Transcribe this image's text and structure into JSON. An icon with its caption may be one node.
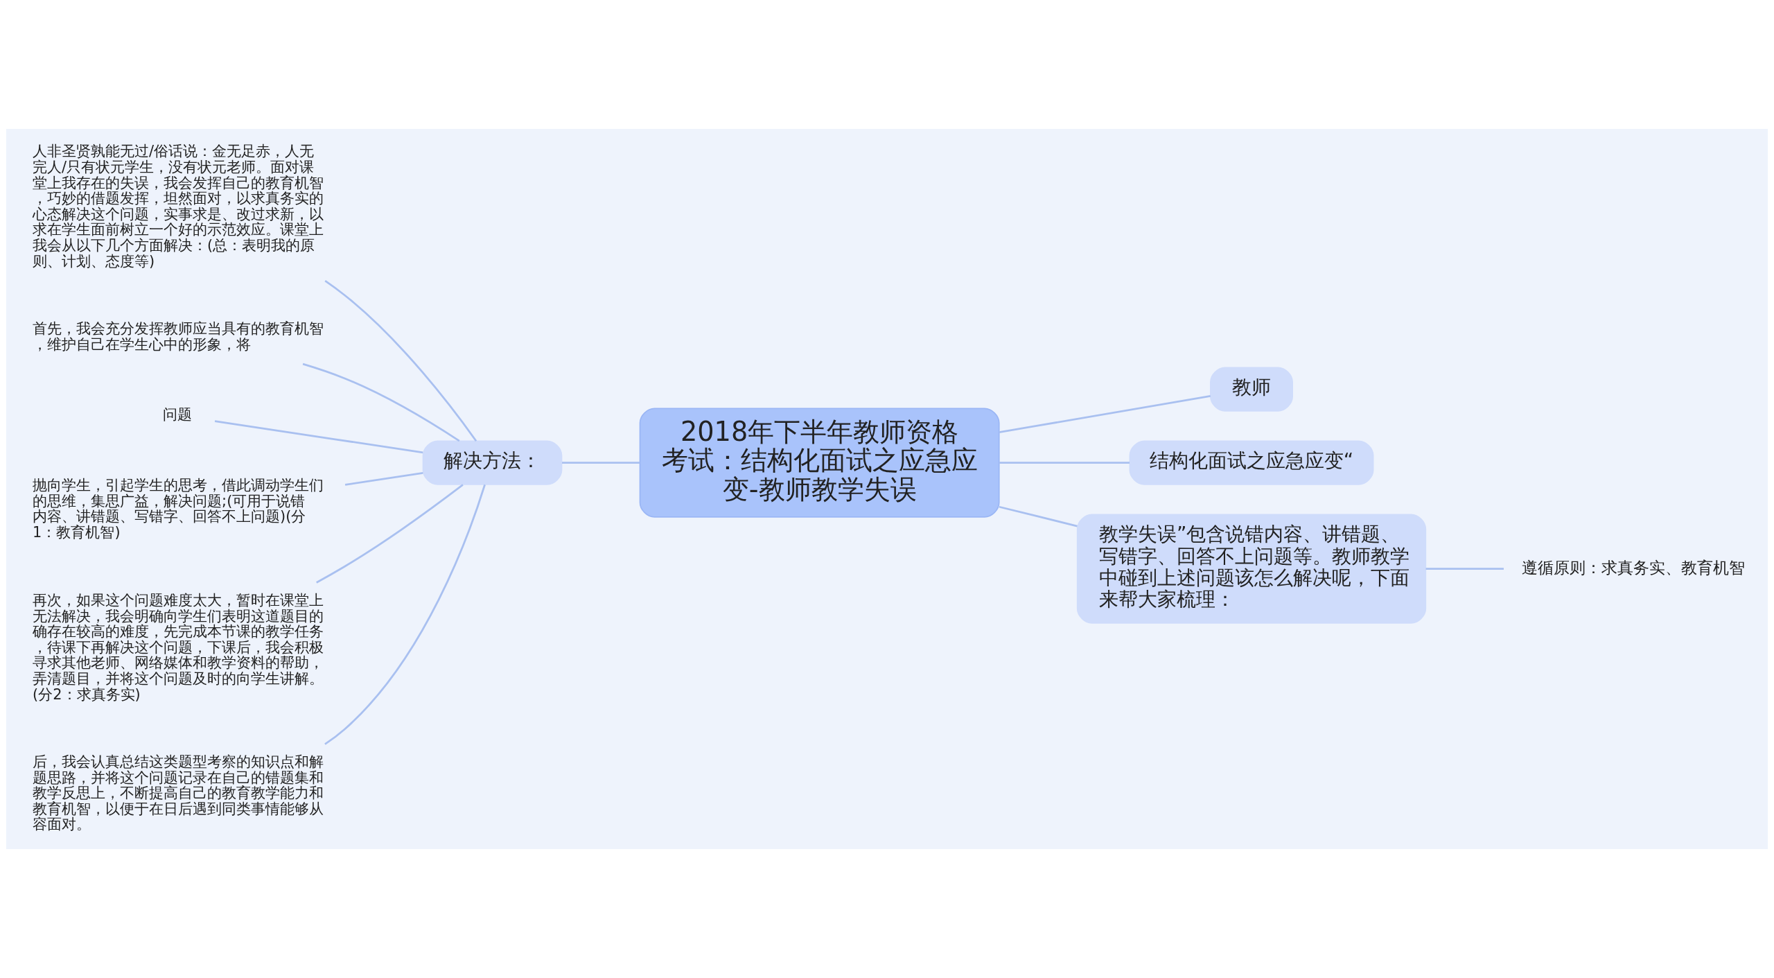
{
  "diagram": {
    "nodes": [
      {
        "text": [
          "2018年下半年教师资格考试：结构化面试之应急应变-教师教学失误"
        ]
      },
      {
        "text": [
          "教师"
        ]
      },
      {
        "text": [
          "结构化面试之应急应变“"
        ]
      },
      {
        "text": [
          "教学失误”包含说错内容、讲错题、写错字、回答不上问题等。教师教学中碰到上述问题该怎么解决呢，下面来帮大家梳理："
        ]
      },
      {
        "text": [
          "遵循原则：求真务实、教育机智"
        ]
      },
      {
        "text": [
          "解决方法："
        ]
      },
      {
        "text": [
          "人非圣贤孰能无过/俗话说：金无足赤，人无完人/只有状元学生，没有状元老师。面对课堂上我存在的失误，我会发挥自己的教育机智，巧妙的借题发挥，坦然面对，以求真务实的心态解决这个问题，实事求是、改过求新，以求在学生面前树立一个好的示范效应。课堂上我会从以下几个方面解决：(总：表明我的原则、计划、态度等)"
        ]
      },
      {
        "text": [
          "首先，我会充分发挥教师应当具有的教育机智，维护自己在学生心中的形象，将"
        ]
      },
      {
        "text": [
          "问题"
        ]
      },
      {
        "text": [
          "抛向学生，引起学生的思考，借此调动学生们的思维，集思广益，解决问题;(可用于说错内容、讲错题、写错字、回答不上问题)(分1：教育机智)"
        ]
      },
      {
        "text": [
          "再次，如果这个问题难度太大，暂时在课堂上无法解决，我会明确向学生们表明这道题目的确存在较高的难度，先完成本节课的教学任务，待课下再解决这个问题，下课后，我会积极寻求其他老师、网络媒体和教学资料的帮助，弄清题目，并将这个问题及时的向学生讲解。(分2：求真务实)"
        ]
      },
      {
        "text": [
          "后，我会认真总结这类题型考察的知识点和解题思路，并将这个问题记录在自己的错题集和教学反思上，不断提高自己的教育教学能力和教育机智，以便于在日后遇到同类事情能够从容面对。"
        ]
      }
    ],
    "edges": [
      {
        "from": 0,
        "to": 1,
        "arrow": "none"
      },
      {
        "from": 0,
        "to": 2,
        "arrow": "none"
      },
      {
        "from": 0,
        "to": 3,
        "arrow": "none"
      },
      {
        "from": 3,
        "to": 4,
        "arrow": "none"
      },
      {
        "from": 0,
        "to": 5,
        "arrow": "none"
      },
      {
        "from": 5,
        "to": 6,
        "arrow": "none"
      },
      {
        "from": 5,
        "to": 7,
        "arrow": "none"
      },
      {
        "from": 5,
        "to": 8,
        "arrow": "none"
      },
      {
        "from": 5,
        "to": 9,
        "arrow": "none"
      },
      {
        "from": 5,
        "to": 10,
        "arrow": "none"
      },
      {
        "from": 5,
        "to": 11,
        "arrow": "none"
      }
    ]
  }
}
